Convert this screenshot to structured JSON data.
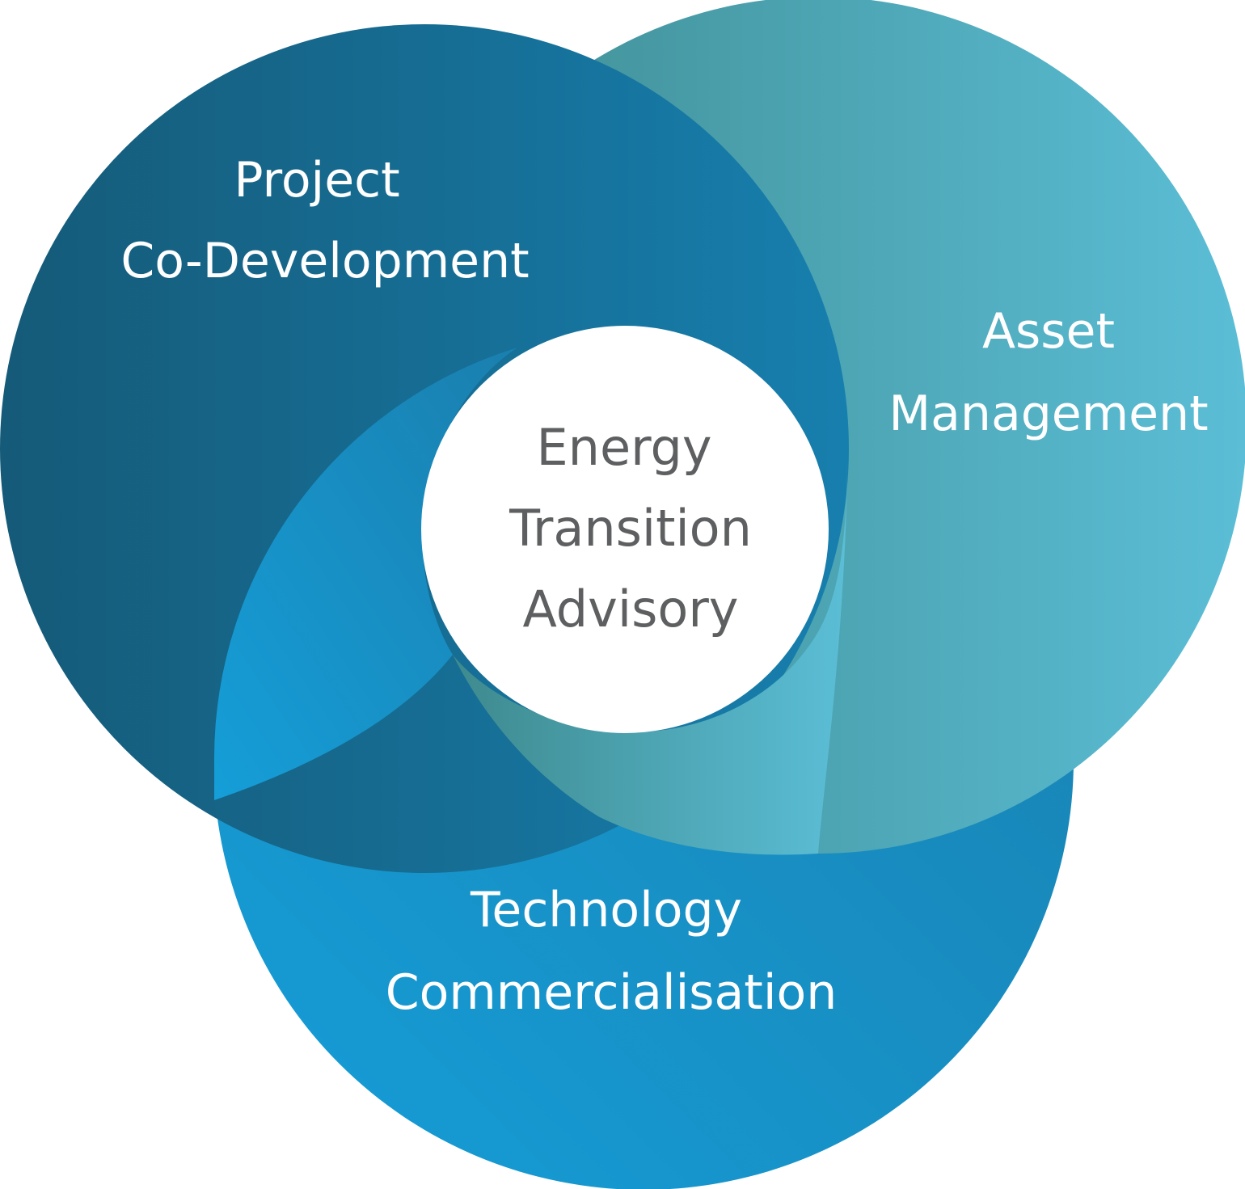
{
  "diagram": {
    "circles": {
      "project": {
        "lines": [
          "Project",
          "Co-Development"
        ]
      },
      "asset": {
        "lines": [
          "Asset",
          "Management"
        ]
      },
      "technology": {
        "lines": [
          "Technology",
          "Commercialisation"
        ]
      },
      "center": {
        "lines": [
          "Energy",
          "Transition",
          "Advisory"
        ]
      }
    },
    "colors": {
      "project_dark": "#155a78",
      "project_light": "#177fae",
      "asset_dark": "#3e8a8e",
      "asset_light": "#5bbed6",
      "tech_light": "#159ed8",
      "tech_dark": "#1a7fae",
      "center_fill": "#ffffff",
      "center_text": "#5e5f61"
    }
  }
}
